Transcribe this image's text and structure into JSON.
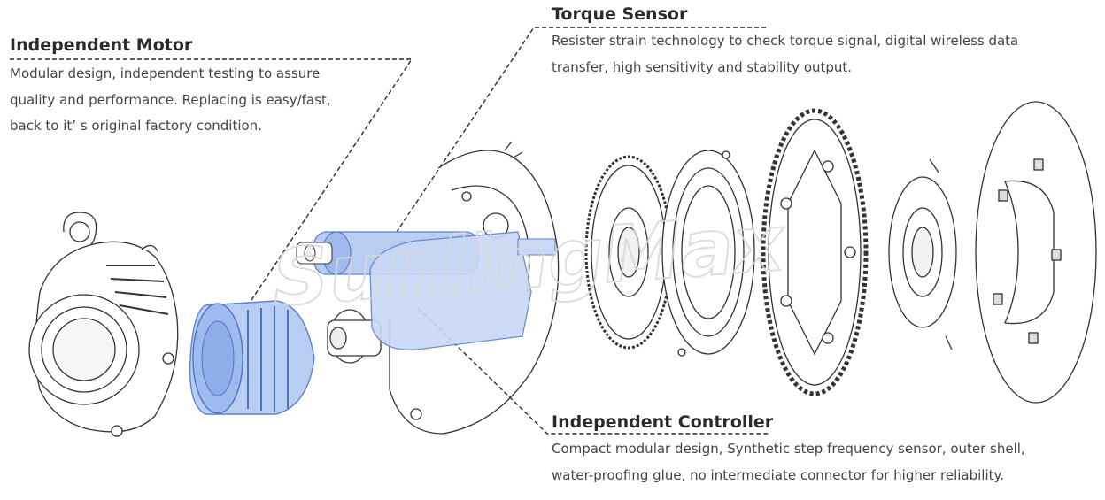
{
  "callouts": {
    "motor": {
      "title": "Independent Motor",
      "lines": [
        "Modular design, independent testing to assure",
        "quality and performance. Replacing is easy/fast,",
        "back to it’ s original factory condition."
      ]
    },
    "torque": {
      "title": "Torque Sensor",
      "lines": [
        "Resister strain technology to check torque signal, digital wireless data",
        "transfer, high sensitivity and stability output."
      ]
    },
    "controller": {
      "title": "Independent Controller",
      "lines": [
        "Compact modular design, Synthetic step frequency sensor, outer shell,",
        "water-proofing glue, no intermediate connector for higher reliability."
      ]
    }
  },
  "watermark": "SunlingMax",
  "colors": {
    "highlight": "#7fa6e8",
    "highlight_fill": "#b9cdf3",
    "line": "#2a2a2a"
  }
}
